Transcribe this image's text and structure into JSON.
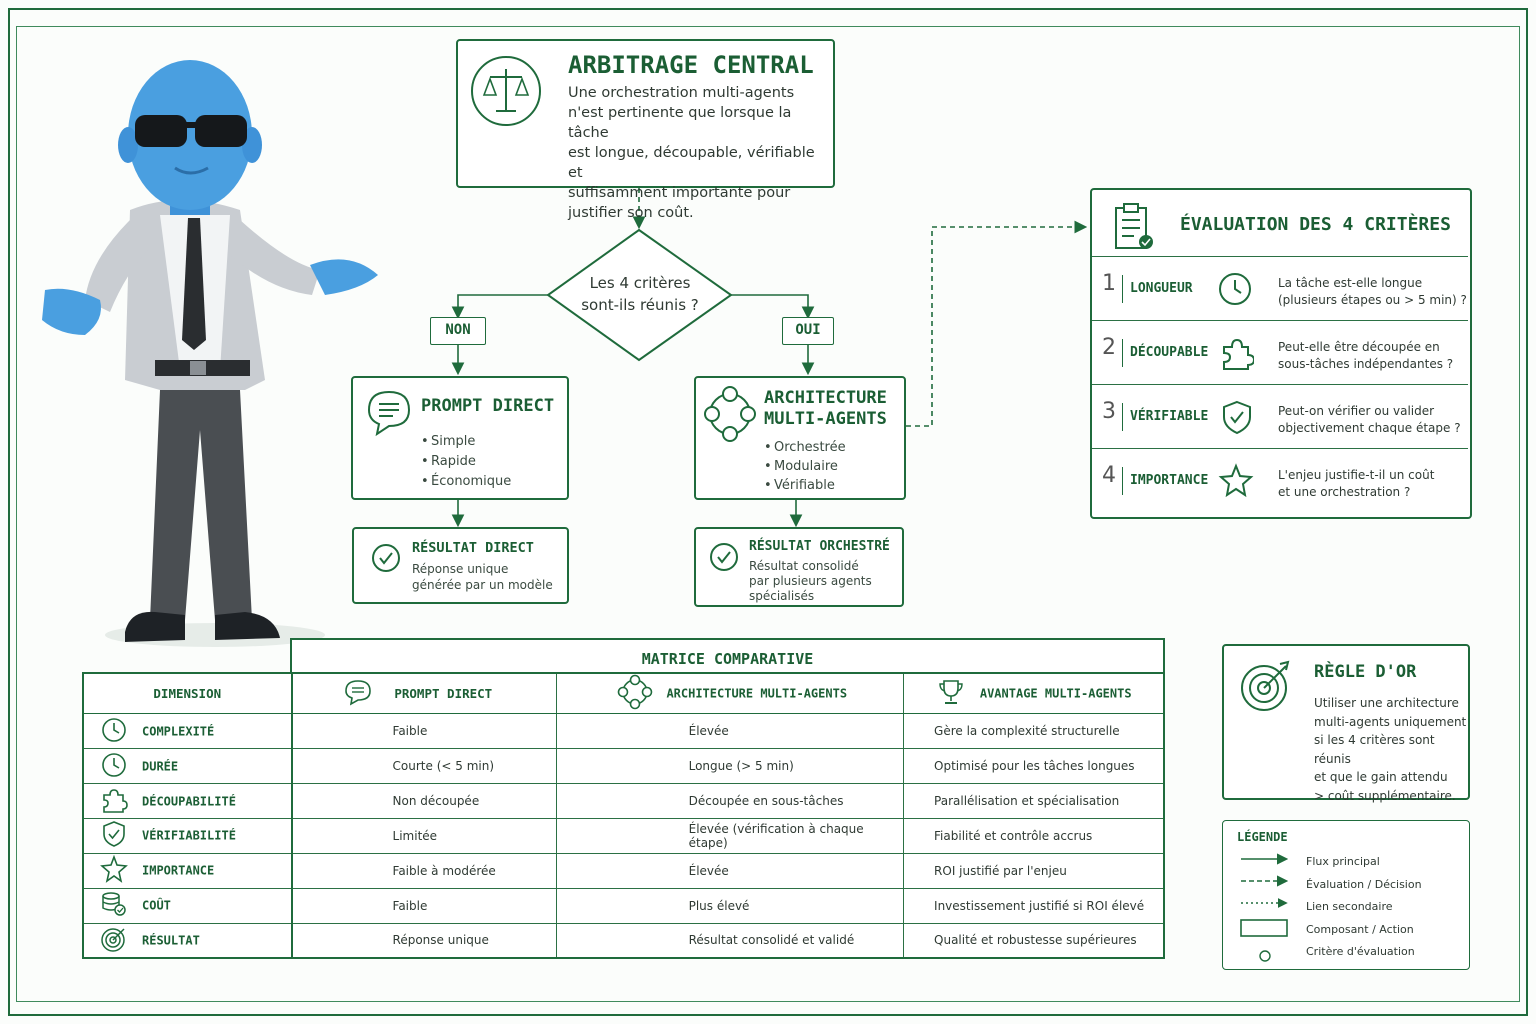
{
  "central": {
    "title": "ARBITRAGE CENTRAL",
    "text_lines": [
      "Une orchestration multi-agents",
      "n'est pertinente que lorsque la tâche",
      "est longue, découpable, vérifiable et",
      "suffisamment importante pour",
      "justifier son coût."
    ]
  },
  "decision": {
    "line1": "Les 4 critères",
    "line2": "sont-ils réunis ?",
    "no_label": "NON",
    "yes_label": "OUI"
  },
  "prompt_direct": {
    "title": "PROMPT DIRECT",
    "items": [
      "Simple",
      "Rapide",
      "Économique"
    ]
  },
  "multi_agents": {
    "title_line1": "ARCHITECTURE",
    "title_line2": "MULTI-AGENTS",
    "items": [
      "Orchestrée",
      "Modulaire",
      "Vérifiable"
    ]
  },
  "result_direct": {
    "title": "RÉSULTAT DIRECT",
    "line1": "Réponse unique",
    "line2": "générée par un modèle"
  },
  "result_orch": {
    "title": "RÉSULTAT ORCHESTRÉ",
    "line1": "Résultat consolidé",
    "line2": "par plusieurs agents",
    "line3": "spécialisés"
  },
  "criteria": {
    "title": "ÉVALUATION DES 4 CRITÈRES",
    "items": [
      {
        "num": "1",
        "name": "LONGUEUR",
        "icon": "clock-icon",
        "q1": "La tâche est-elle longue",
        "q2": "(plusieurs étapes ou > 5 min) ?"
      },
      {
        "num": "2",
        "name": "DÉCOUPABLE",
        "icon": "puzzle-icon",
        "q1": "Peut-elle être découpée en",
        "q2": "sous-tâches indépendantes ?"
      },
      {
        "num": "3",
        "name": "VÉRIFIABLE",
        "icon": "shield-check-icon",
        "q1": "Peut-on vérifier ou valider",
        "q2": "objectivement chaque étape ?"
      },
      {
        "num": "4",
        "name": "IMPORTANCE",
        "icon": "star-icon",
        "q1": "L'enjeu justifie-t-il un coût",
        "q2": "et une orchestration ?"
      }
    ]
  },
  "matrix": {
    "title": "MATRICE COMPARATIVE",
    "headers": {
      "dimension": "DIMENSION",
      "prompt": "PROMPT DIRECT",
      "multi": "ARCHITECTURE MULTI-AGENTS",
      "avantage": "AVANTAGE MULTI-AGENTS"
    },
    "rows": [
      {
        "dim": "COMPLEXITÉ",
        "icon": "clock-icon",
        "prompt": "Faible",
        "multi": "Élevée",
        "avantage": "Gère la complexité structurelle"
      },
      {
        "dim": "DURÉE",
        "icon": "clock-icon",
        "prompt": "Courte (< 5 min)",
        "multi": "Longue (> 5 min)",
        "avantage": "Optimisé pour les tâches longues"
      },
      {
        "dim": "DÉCOUPABILITÉ",
        "icon": "puzzle-icon",
        "prompt": "Non découpée",
        "multi": "Découpée en sous-tâches",
        "avantage": "Parallélisation et spécialisation"
      },
      {
        "dim": "VÉRIFIABILITÉ",
        "icon": "shield-check-icon",
        "prompt": "Limitée",
        "multi": "Élevée (vérification à chaque étape)",
        "avantage": "Fiabilité et contrôle accrus"
      },
      {
        "dim": "IMPORTANCE",
        "icon": "star-icon",
        "prompt": "Faible à modérée",
        "multi": "Élevée",
        "avantage": "ROI justifié par l'enjeu"
      },
      {
        "dim": "COÛT",
        "icon": "coins-icon",
        "prompt": "Faible",
        "multi": "Plus élevé",
        "avantage": "Investissement justifié si ROI élevé"
      },
      {
        "dim": "RÉSULTAT",
        "icon": "target-icon",
        "prompt": "Réponse unique",
        "multi": "Résultat consolidé et validé",
        "avantage": "Qualité et robustesse supérieures"
      }
    ]
  },
  "golden_rule": {
    "title": "RÈGLE D'OR",
    "lines": [
      "Utiliser une architecture",
      "multi-agents uniquement",
      "si les 4 critères sont réunis",
      "et que le gain attendu",
      "> coût supplémentaire."
    ]
  },
  "legend": {
    "title": "LÉGENDE",
    "items": [
      "Flux principal",
      "Évaluation / Décision",
      "Lien secondaire",
      "Composant / Action",
      "Critère d'évaluation"
    ]
  },
  "colors": {
    "primary": "#1f6b3c",
    "character_skin": "#4a9fe0",
    "suit": "#c9cdd2"
  }
}
